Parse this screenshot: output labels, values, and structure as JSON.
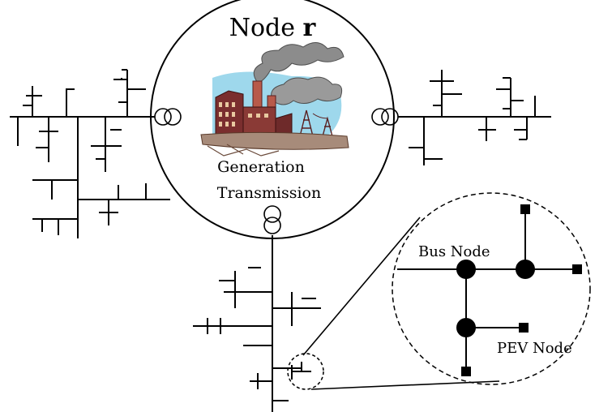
{
  "diagram": {
    "title_prefix": "Node ",
    "title_symbol": "r",
    "center_labels": [
      "Generation",
      "Transmission"
    ],
    "zoom_labels": {
      "bus_node": "Bus Node",
      "pev_node": "PEV Node"
    },
    "icons": {
      "center": "power-plant-icon",
      "connector": "transformer-icon"
    },
    "colors": {
      "line": "#000000",
      "sky": "#9ed8ec",
      "building": "#7a2e2e",
      "smoke": "#8c8c8c"
    }
  }
}
